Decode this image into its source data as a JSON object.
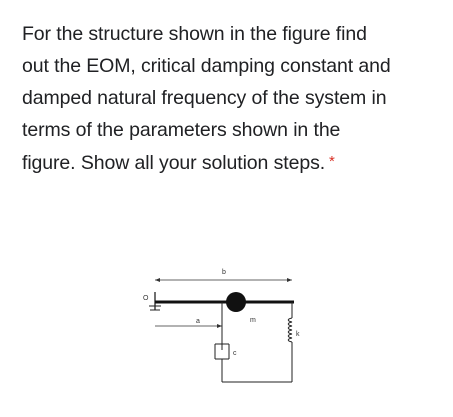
{
  "question": {
    "lines": [
      "For the structure shown in the figure find",
      "out the EOM, critical damping constant and",
      "damped natural frequency of the system in",
      "terms of the parameters shown in the",
      "figure. Show all your solution steps."
    ],
    "required_marker": "*"
  },
  "figure": {
    "pivot_label": "O",
    "length_b_label": "b",
    "length_a_label": "a",
    "mass_label": "m",
    "damper_label": "c",
    "spring_label": "k"
  },
  "colors": {
    "text": "#202124",
    "required": "#d93025"
  }
}
